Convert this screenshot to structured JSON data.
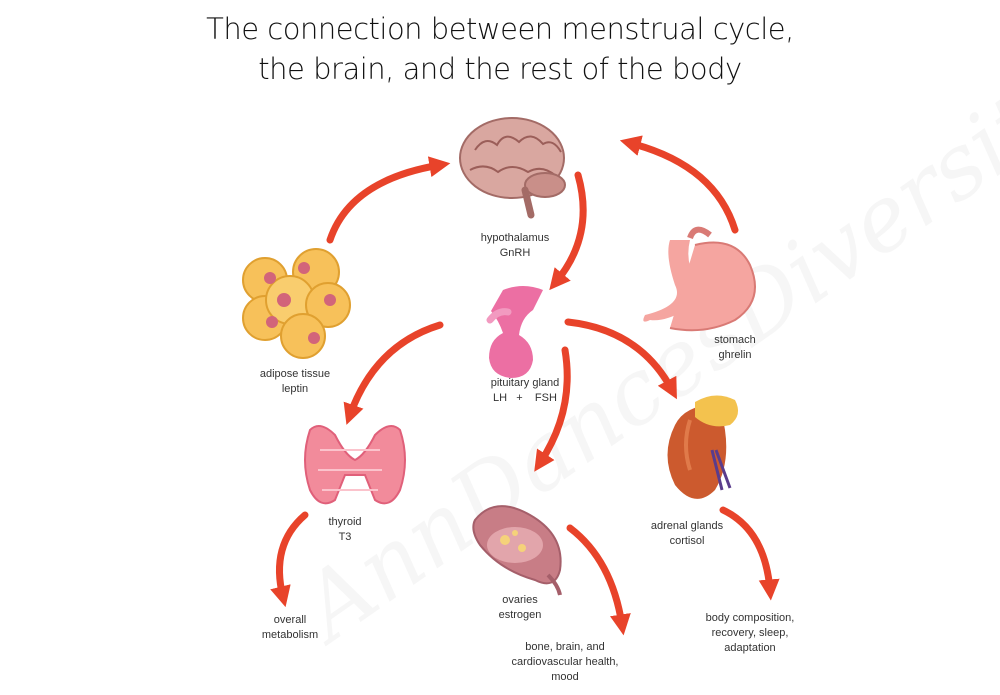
{
  "title": {
    "line1": "The connection between menstrual cycle,",
    "line2": "the brain, and the rest of the body"
  },
  "watermark": "AnnDancesDiversity",
  "nodes": {
    "hypothalamus": {
      "name": "hypothalamus",
      "hormone": "GnRH"
    },
    "pituitary": {
      "name": "pituitary gland",
      "hormone": "LH   +    FSH"
    },
    "stomach": {
      "name": "stomach",
      "hormone": "ghrelin"
    },
    "adipose": {
      "name": "adipose tissue",
      "hormone": "leptin"
    },
    "thyroid": {
      "name": "thyroid",
      "hormone": "T3"
    },
    "adrenal": {
      "name": "adrenal glands",
      "hormone": "cortisol"
    },
    "ovaries": {
      "name": "ovaries",
      "hormone": "estrogen"
    }
  },
  "outcomes": {
    "thyroid": [
      "overall",
      "metabolism"
    ],
    "ovaries": [
      "bone, brain, and",
      "cardiovascular health,",
      "mood"
    ],
    "adrenal": [
      "body composition,",
      "recovery, sleep,",
      "adaptation"
    ]
  },
  "colors": {
    "arrow": "#e8432a",
    "text": "#333333"
  }
}
